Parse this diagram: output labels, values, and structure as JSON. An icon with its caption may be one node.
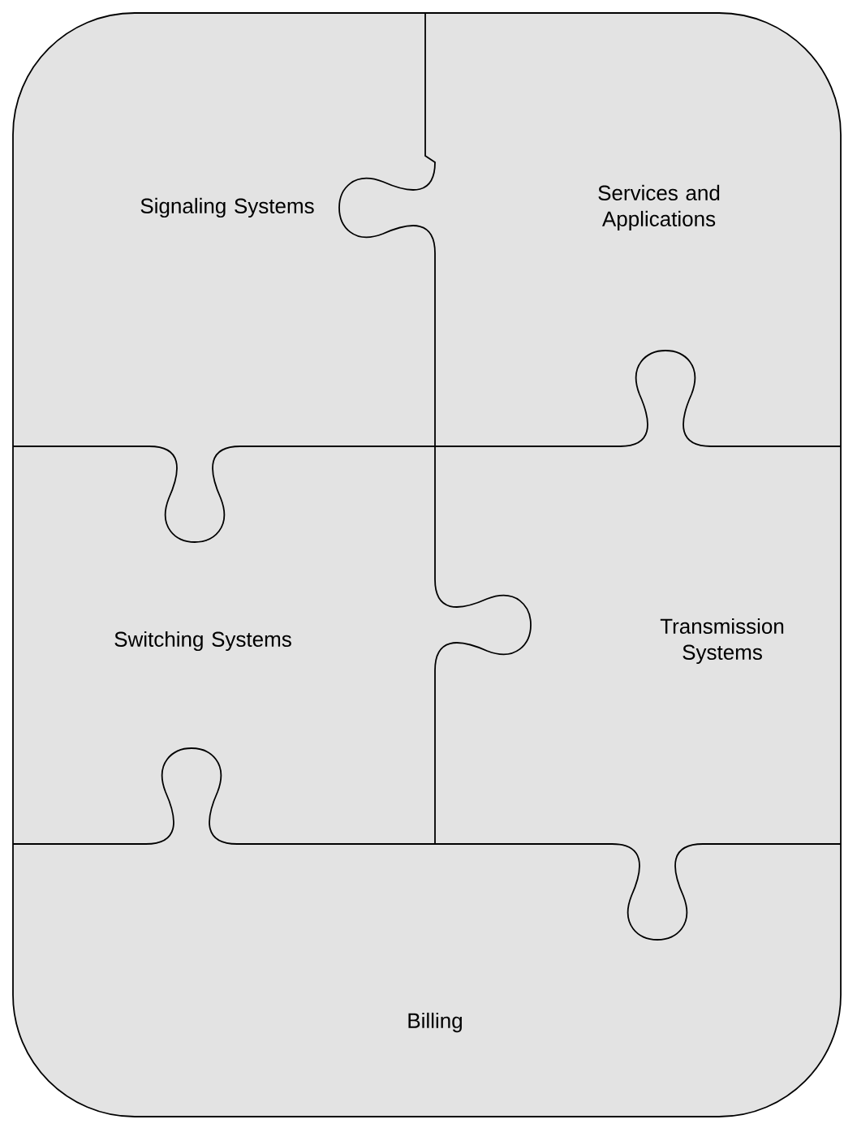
{
  "diagram": {
    "nodes": [
      {
        "text": [
          "Signaling Systems"
        ]
      },
      {
        "text": [
          "Services and Applications"
        ]
      },
      {
        "text": [
          "Switching Systems"
        ]
      },
      {
        "text": [
          "Transmission Systems"
        ]
      },
      {
        "text": [
          "Billing"
        ]
      }
    ]
  }
}
